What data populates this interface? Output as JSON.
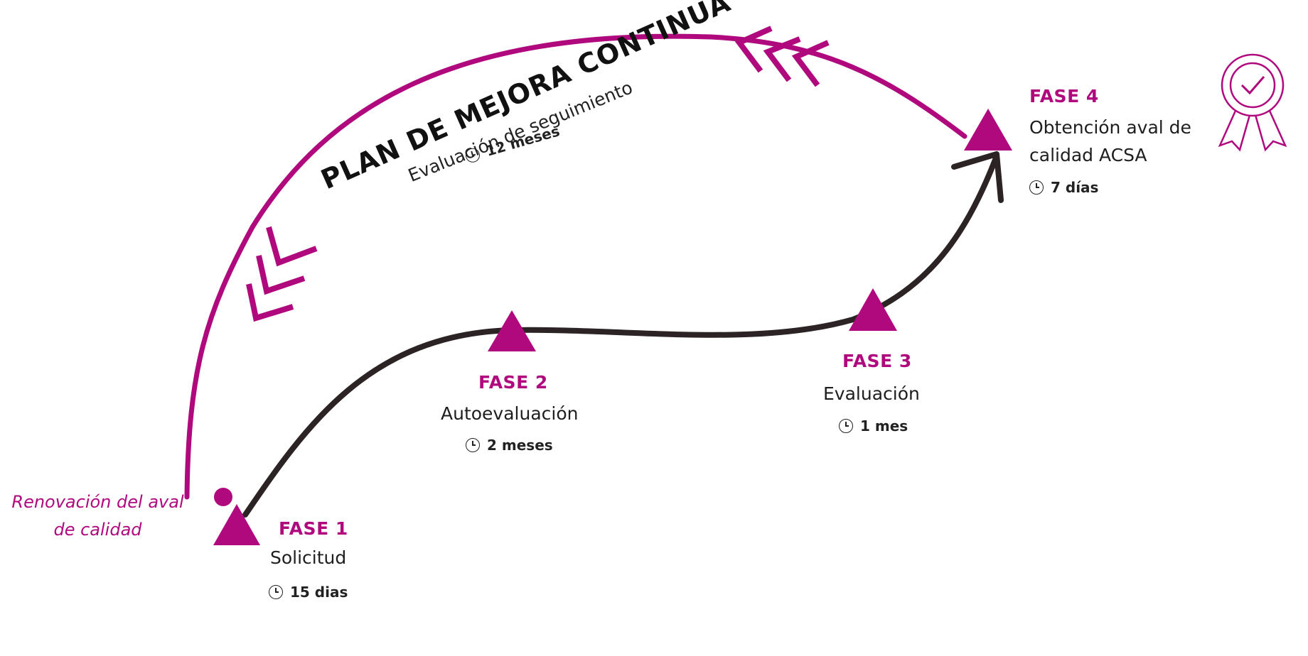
{
  "diagram": {
    "plan_title": "PLAN DE MEJORA CONTINUA",
    "follow_up": {
      "label": "Evaluación de seguimiento",
      "duration": "12 meses"
    },
    "renewal_label_line1": "Renovación del aval",
    "renewal_label_line2": "de calidad",
    "phases": [
      {
        "title": "FASE 1",
        "description": "Solicitud",
        "duration": "15 dias"
      },
      {
        "title": "FASE 2",
        "description": "Autoevaluación",
        "duration": "2 meses"
      },
      {
        "title": "FASE 3",
        "description": "Evaluación",
        "duration": "1 mes"
      },
      {
        "title": "FASE 4",
        "description_line1": "Obtención aval de",
        "description_line2": "calidad ACSA",
        "duration": "7 días"
      }
    ]
  },
  "colors": {
    "magenta": "#b0097e",
    "dark_path": "#2b2324",
    "text": "#1e1e1e"
  },
  "icons": [
    "clock-icon",
    "award-ribbon-icon",
    "triangle-marker"
  ]
}
